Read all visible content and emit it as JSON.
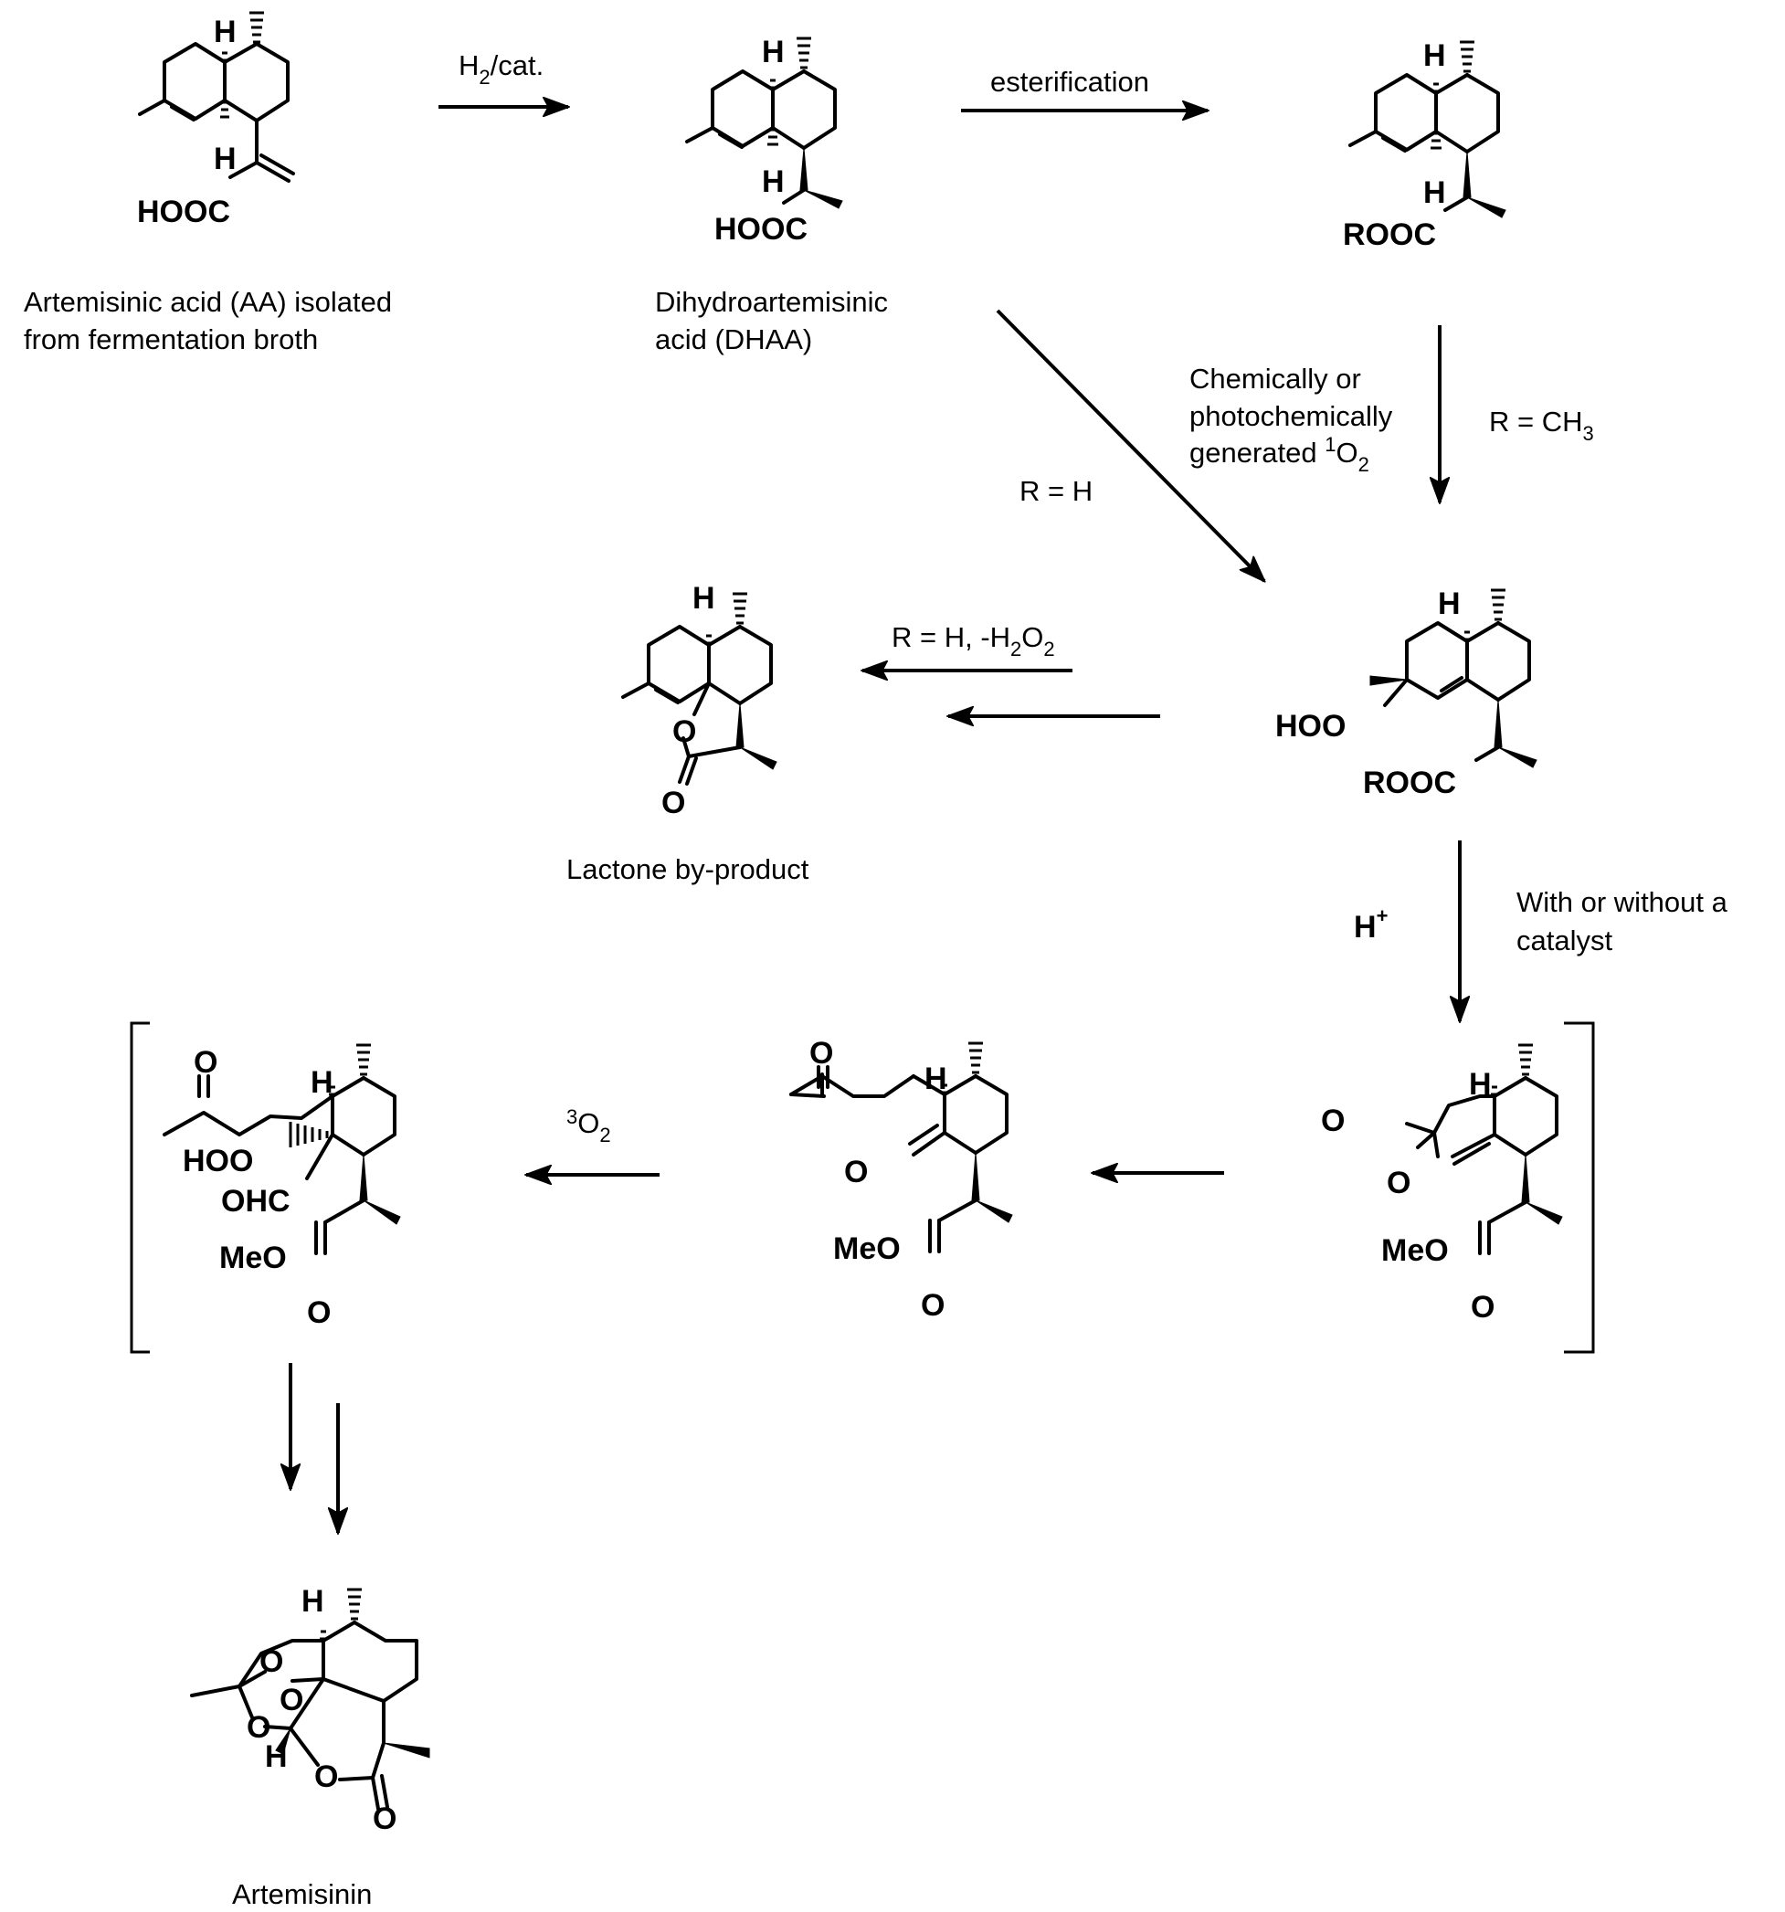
{
  "captions": {
    "aa_line1": "Artemisinic acid (AA) isolated",
    "aa_line2": "from fermentation broth",
    "dhaa_line1": "Dihydroartemisinic",
    "dhaa_line2": "acid (DHAA)",
    "lactone": "Lactone by-product",
    "artemisinin": "Artemisinin"
  },
  "conditions": {
    "hydrogenation_main": "H",
    "hydrogenation_sub": "2",
    "hydrogenation_tail": "/cat.",
    "esterification": "esterification",
    "singlet_line1": "Chemically or",
    "singlet_line2": "photochemically",
    "singlet_line3": "generated ",
    "singlet_sup": "1",
    "singlet_o": "O",
    "singlet_sub": "2",
    "r_methyl": "R = CH",
    "r_methyl_sub": "3",
    "r_h": "R = H",
    "lactone_cond": "R = H, -H",
    "lactone_cond_sub1": "2",
    "lactone_cond_o": "O",
    "lactone_cond_sub2": "2",
    "acid": "H",
    "acid_sup": "+",
    "catalyst_line1": "With or without a",
    "catalyst_line2": "catalyst",
    "triplet_sup": "3",
    "triplet_o": "O",
    "triplet_sub": "2"
  },
  "atoms": {
    "H": "H",
    "O": "O",
    "HOOC": "HOOC",
    "ROOC": "ROOC",
    "HOO": "HOO",
    "MeO": "MeO",
    "OHC": "OHC"
  }
}
